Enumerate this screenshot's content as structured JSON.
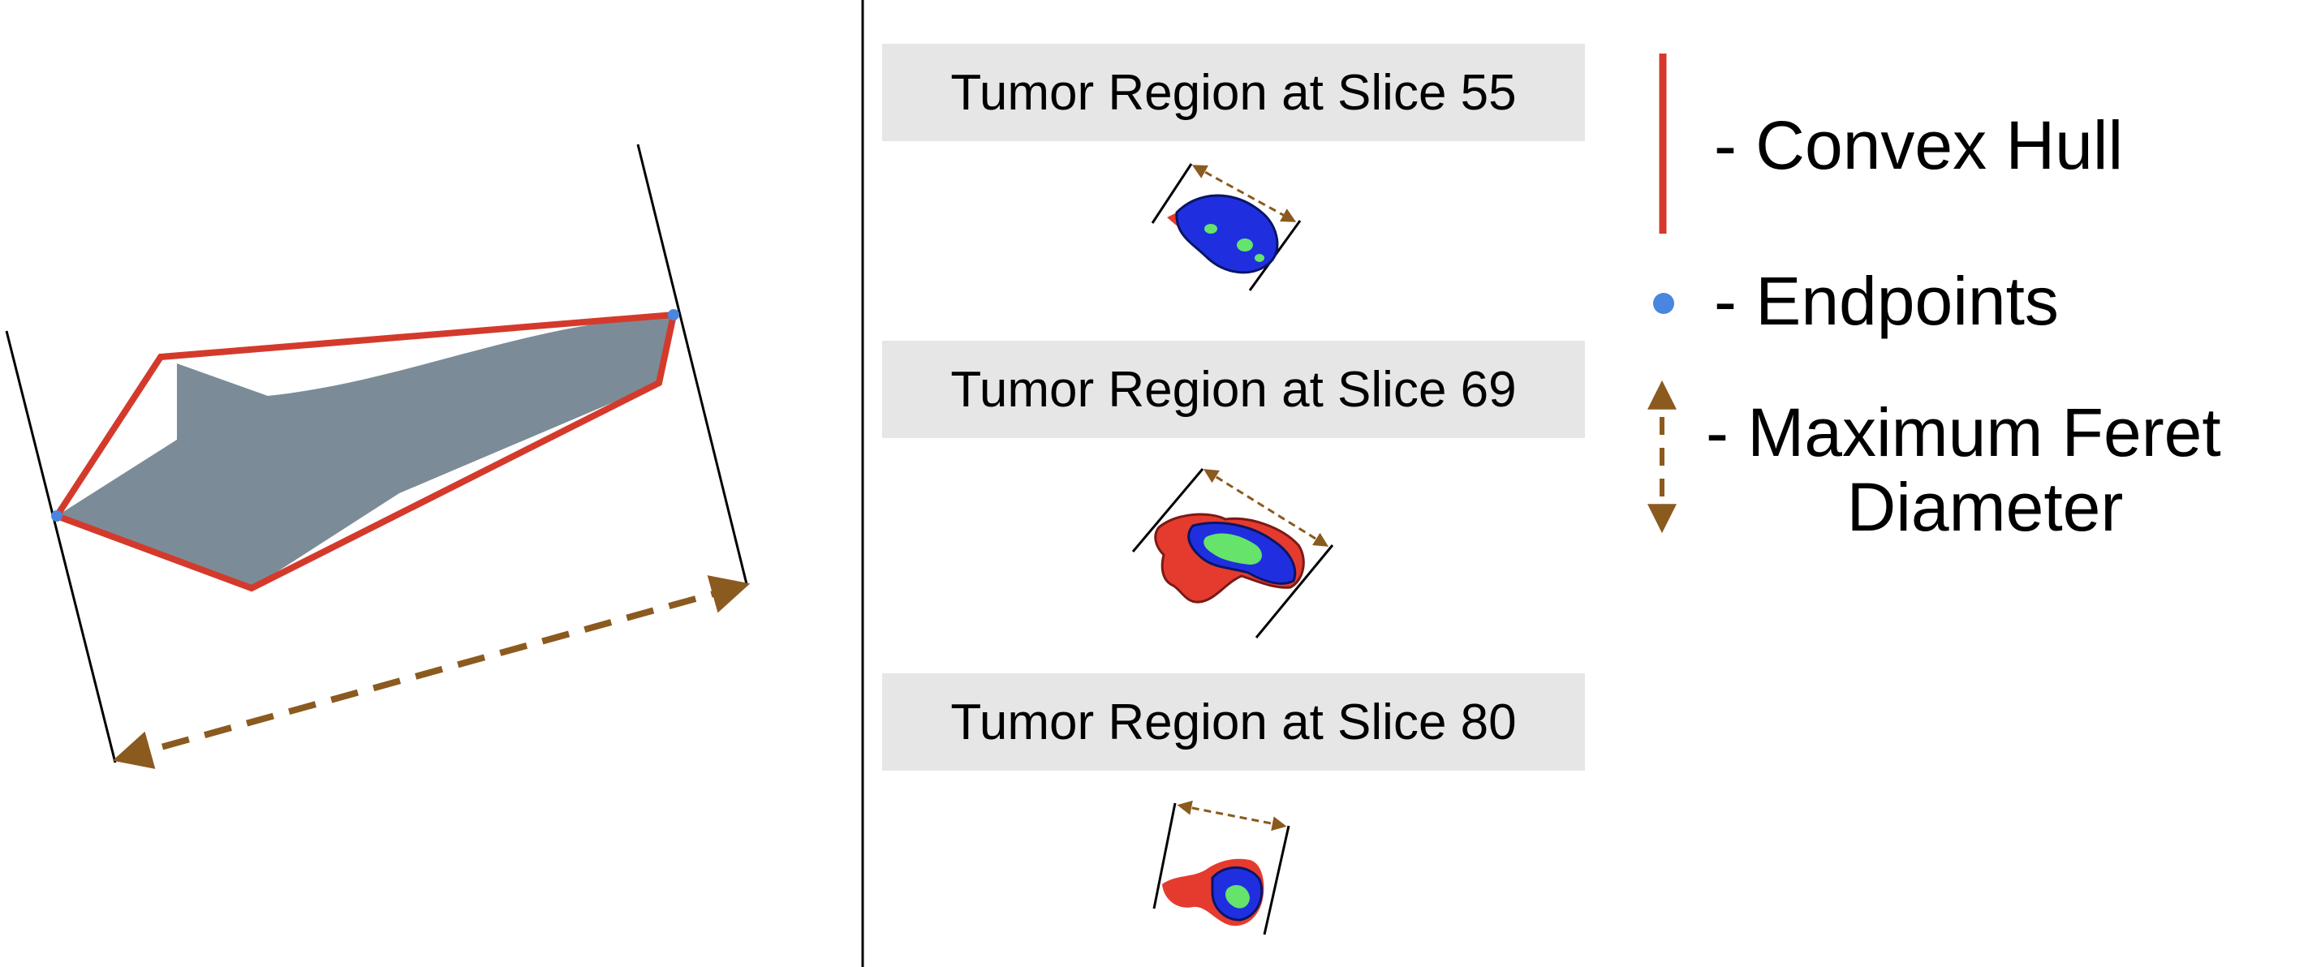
{
  "colors": {
    "hull": "#d43a2c",
    "shape": "#7b8c98",
    "endpoint": "#4a86e0",
    "feret": "#8b5a1f",
    "caliper": "#000000",
    "label_bg": "#e6e6e6",
    "tumor_edema": "#e53b2e",
    "tumor_core": "#1f2fe0",
    "tumor_enhancing": "#66e36b"
  },
  "slices": [
    {
      "label": "Tumor Region at Slice 55"
    },
    {
      "label": "Tumor Region at Slice 69"
    },
    {
      "label": "Tumor Region at Slice 80"
    }
  ],
  "legend": {
    "convex_hull": "- Convex Hull",
    "endpoints": "- Endpoints",
    "feret_line1": "- Maximum Feret",
    "feret_line2": "Diameter"
  }
}
